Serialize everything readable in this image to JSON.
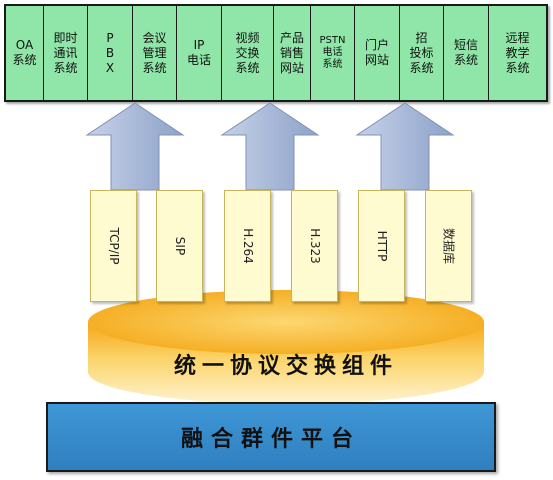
{
  "systems": [
    {
      "label": "OA\n系统"
    },
    {
      "label": "即时\n通讯\n系统"
    },
    {
      "label": "P\nB\nX"
    },
    {
      "label": "会议\n管理\n系统"
    },
    {
      "label": "IP\n电话"
    },
    {
      "label": "视频\n交换\n系统"
    },
    {
      "label": "产品\n销售\n网站"
    },
    {
      "label": "PSTN\n电话\n系统"
    },
    {
      "label": "门户\n网站"
    },
    {
      "label": "招\n投标\n系统"
    },
    {
      "label": "短信\n系统"
    },
    {
      "label": "远程\n教学\n系统"
    }
  ],
  "protocols": [
    {
      "label": "TCP/IP"
    },
    {
      "label": "SIP"
    },
    {
      "label": "H.264"
    },
    {
      "label": "H.323"
    },
    {
      "label": "HTTP"
    },
    {
      "label": "数据库"
    }
  ],
  "core": {
    "label": "统一协议交换组件",
    "color": "#f5b41c"
  },
  "platform": {
    "label": "融合群件平台",
    "color": "#3a8fd0"
  },
  "colors": {
    "top_row": "#8fe6a8",
    "arrow": "#a9b9d8",
    "protocol_box": "#fffbd0"
  }
}
